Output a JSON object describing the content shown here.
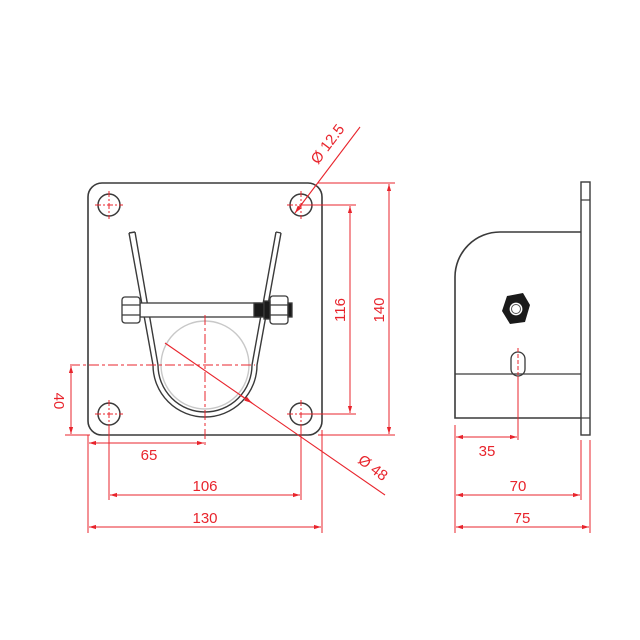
{
  "colors": {
    "outline": "#3a3a3a",
    "dimension": "#e8242c",
    "pipe": "#c8c8c8",
    "background": "#ffffff"
  },
  "front_view": {
    "dimensions": {
      "hole_diameter": "Ø 12.5",
      "hole_spacing_vertical": "116",
      "plate_height": "140",
      "pipe_center_height": "40",
      "pipe_center_offset": "65",
      "hole_spacing_horizontal": "106",
      "plate_width": "130",
      "pipe_diameter": "Ø 48"
    }
  },
  "side_view": {
    "dimensions": {
      "slot_offset": "35",
      "body_depth": "70",
      "overall_depth": "75"
    }
  }
}
